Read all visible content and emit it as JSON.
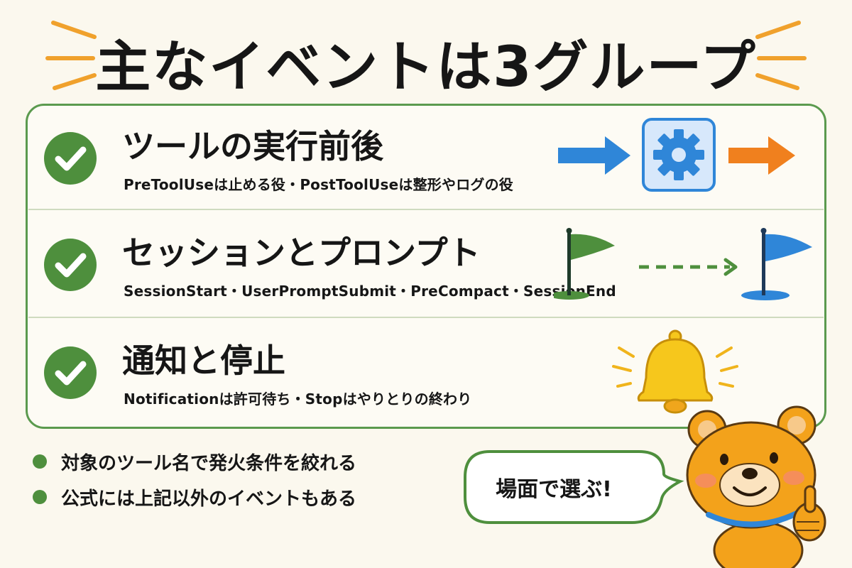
{
  "title": "主なイベントは3グループ",
  "groups": [
    {
      "title": "ツールの実行前後",
      "subtitle": "PreToolUseは止める役・PostToolUseは整形やログの役",
      "illustration": "arrow-gear-arrow"
    },
    {
      "title": "セッションとプロンプト",
      "subtitle": "SessionStart・UserPromptSubmit・PreCompact・SessionEnd",
      "illustration": "flag-to-flag"
    },
    {
      "title": "通知と停止",
      "subtitle": "Notificationは許可待ち・Stopはやりとりの終わり",
      "illustration": "bell"
    }
  ],
  "notes": [
    "対象のツール名で発火条件を絞れる",
    "公式には上記以外のイベントもある"
  ],
  "bubble": "場面で選ぶ!",
  "colors": {
    "background": "#fbf8ee",
    "green": "#4e8f3d",
    "blue": "#2f86d8",
    "orange": "#f0801e",
    "bell_yellow": "#f6c71c",
    "bear": "#f3a21b"
  }
}
